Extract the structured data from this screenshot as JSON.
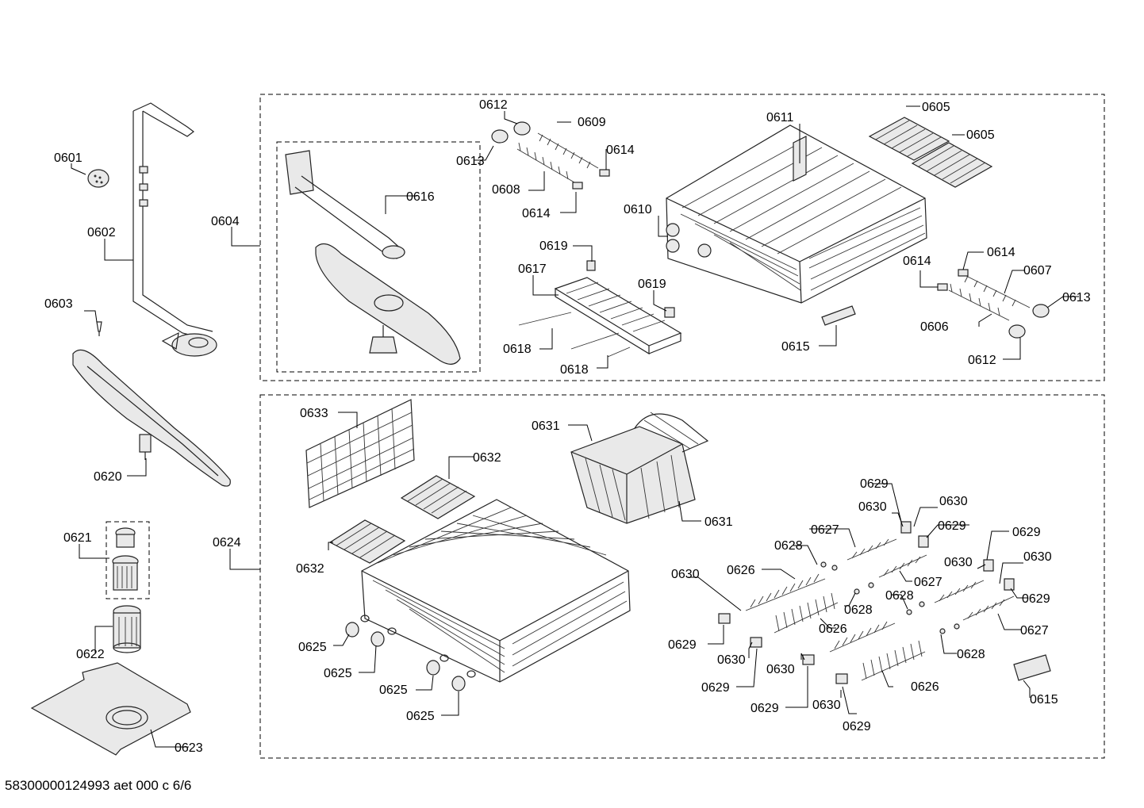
{
  "footer_code": "58300000124993 aet 000 c 6/6",
  "labels": {
    "l0601": "0601",
    "l0602": "0602",
    "l0603": "0603",
    "l0604": "0604",
    "l0605a": "0605",
    "l0605b": "0605",
    "l0606": "0606",
    "l0607": "0607",
    "l0608": "0608",
    "l0609": "0609",
    "l0610": "0610",
    "l0611": "0611",
    "l0612a": "0612",
    "l0612b": "0612",
    "l0613a": "0613",
    "l0613b": "0613",
    "l0614a": "0614",
    "l0614b": "0614",
    "l0614c": "0614",
    "l0614d": "0614",
    "l0615a": "0615",
    "l0615b": "0615",
    "l0616": "0616",
    "l0617": "0617",
    "l0618a": "0618",
    "l0618b": "0618",
    "l0619a": "0619",
    "l0619b": "0619",
    "l0620": "0620",
    "l0621": "0621",
    "l0622": "0622",
    "l0623": "0623",
    "l0624": "0624",
    "l0625a": "0625",
    "l0625b": "0625",
    "l0625c": "0625",
    "l0625d": "0625",
    "l0626a": "0626",
    "l0626b": "0626",
    "l0626c": "0626",
    "l0627a": "0627",
    "l0627b": "0627",
    "l0627c": "0627",
    "l0628a": "0628",
    "l0628b": "0628",
    "l0628c": "0628",
    "l0628d": "0628",
    "l0629a": "0629",
    "l0629b": "0629",
    "l0629c": "0629",
    "l0629d": "0629",
    "l0629e": "0629",
    "l0629f": "0629",
    "l0629g": "0629",
    "l0629h": "0629",
    "l0630a": "0630",
    "l0630b": "0630",
    "l0630c": "0630",
    "l0630d": "0630",
    "l0630e": "0630",
    "l0630f": "0630",
    "l0630g": "0630",
    "l0631a": "0631",
    "l0631b": "0631",
    "l0632a": "0632",
    "l0632b": "0632",
    "l0633": "0633"
  }
}
